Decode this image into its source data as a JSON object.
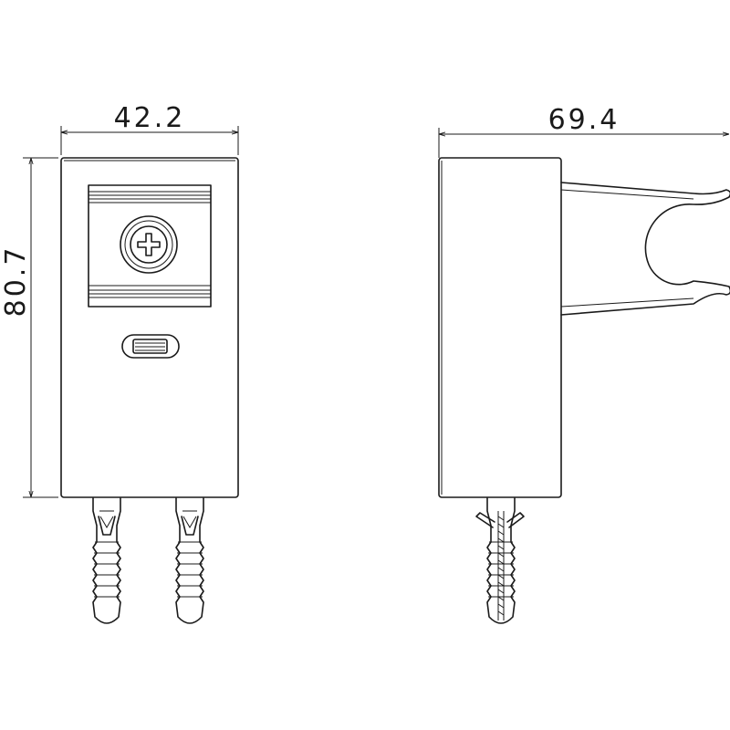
{
  "dimensions": {
    "width": "42.2",
    "height": "80.7",
    "depth": "69.4"
  },
  "views": [
    "front-view",
    "side-view"
  ],
  "icons": {
    "screw": "cross-head-screw-icon",
    "anchor": "wall-anchor-icon",
    "holder": "shower-head-holder-icon"
  }
}
